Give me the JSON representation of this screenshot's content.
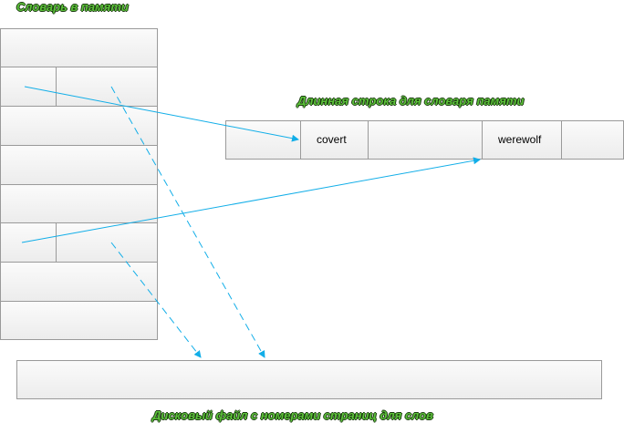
{
  "titles": {
    "memory_dictionary": "Словарь в памяти",
    "long_string": "Длинная строка для словаря памяти",
    "disk_file": "Дисковый файл с номерами страниц для слов"
  },
  "long_string_words": [
    "covert",
    "werewolf"
  ],
  "colors": {
    "arrow": "#12aee8",
    "title": "#5cc13a"
  }
}
